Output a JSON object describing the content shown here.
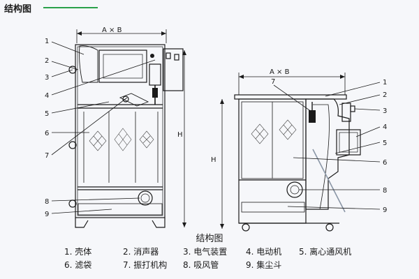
{
  "header": {
    "title": "结构图"
  },
  "caption": "结构图",
  "left_drawing": {
    "dimension": "A × B",
    "height_label": "H",
    "callouts": [
      "1",
      "2",
      "3",
      "4",
      "5",
      "6",
      "7",
      "8",
      "9"
    ]
  },
  "right_drawing": {
    "dimension": "A × B",
    "height_label": "H",
    "callouts": [
      "1",
      "2",
      "3",
      "4",
      "5",
      "6",
      "7",
      "8",
      "9"
    ]
  },
  "legend": [
    "1. 壳体",
    "2. 消声器",
    "3. 电气装置",
    "4. 电动机",
    "5. 离心通风机",
    "6. 滤袋",
    "7. 振打机构",
    "8. 吸风管",
    "9. 集尘斗"
  ],
  "colors": {
    "accent": "#2aa14a",
    "line": "#1a1a1a",
    "hatch": "#9aa6b2"
  }
}
